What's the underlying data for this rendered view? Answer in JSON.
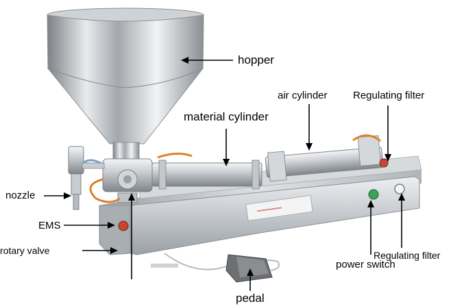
{
  "labels": {
    "hopper": "hopper",
    "material_cylinder": "material cylinder",
    "air_cylinder": "air cylinder",
    "regulating_filter_top": "Regulating filter",
    "nozzle": "nozzle",
    "ems": "EMS",
    "rotary_valve": "rotary valve",
    "regulating_filter_bottom": "Regulating filter",
    "power_switch": "power switch",
    "pedal": "pedal"
  },
  "colors": {
    "steel_light": "#e6e8ea",
    "steel_mid": "#b9bdc1",
    "steel_dark": "#7c8187",
    "arrow": "#000000",
    "emergency_red": "#c8452e",
    "hose_orange": "#d9822b",
    "power_green": "#3aa35a"
  }
}
